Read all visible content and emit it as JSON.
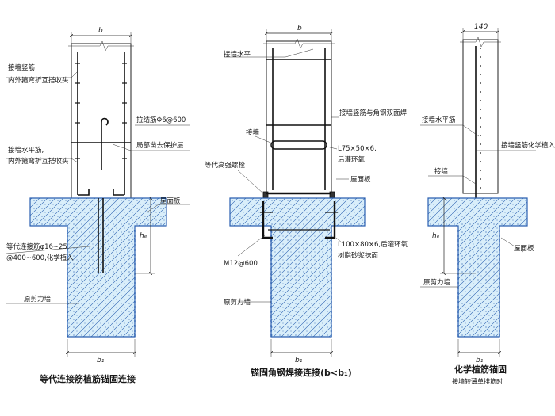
{
  "colors": {
    "concrete": "#d9eefa",
    "hatch": "#2a5fb0",
    "line": "#222222"
  },
  "left": {
    "dim_top": "b",
    "dim_bottom": "b₁",
    "dim_h": "hₑ",
    "label_vertical_rebar": [
      "接墙竖筋",
      "内外箍弯折互搭收头"
    ],
    "label_tie": "拉结筋Φ6@600",
    "label_cover": "局部凿去保护层",
    "label_horizontal_rebar": [
      "接墙水平筋,",
      "内外箍弯折互搭收头"
    ],
    "label_slab": "屋面板",
    "label_dowel": [
      "等代连接筋φ16~25",
      "@400~600,化学植入"
    ],
    "label_wall": "原剪力墙",
    "title": "等代连接筋植筋锚固连接"
  },
  "middle": {
    "dim_top": "b",
    "dim_bottom": "b₁",
    "label_horizontal": "接墙水平",
    "label_wall": "接墙",
    "label_weld": "接墙竖筋与角钢双面焊",
    "label_angle_top": [
      "L75×50×6,",
      "后灌环氧"
    ],
    "label_bolt": "等代高强螺栓",
    "label_slab": "屋面板",
    "label_angle_bottom": [
      "L100×80×6,后灌环氧",
      "树脂砂浆抹面"
    ],
    "label_m12": "M12@600",
    "label_orig_wall": "原剪力墙",
    "title": "锚固角钢焊接连接(b<b₁)"
  },
  "right": {
    "dim_top": "140",
    "dim_bottom": "b₁",
    "dim_h": "hₑ",
    "label_horizontal": "接墙水平筋",
    "label_vertical": "接墙竖筋化学植入",
    "label_wall": "接墙",
    "label_slab": "屋面板",
    "label_orig_wall": "原剪力墙",
    "title": "化学植筋锚固",
    "subtitle": "接墙较薄单排筋时"
  }
}
